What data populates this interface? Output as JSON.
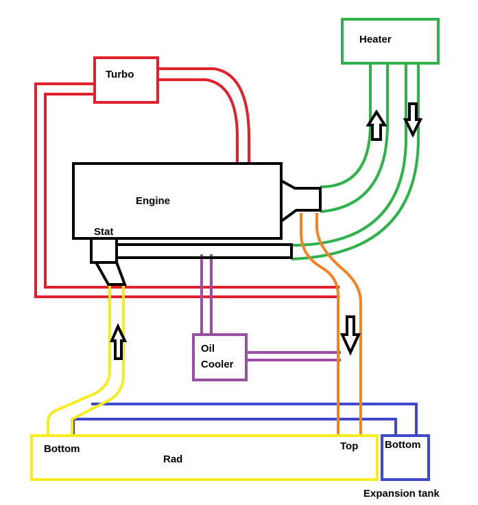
{
  "labels": {
    "heater": "Heater",
    "turbo": "Turbo",
    "engine": "Engine",
    "stat": "Stat",
    "oil_cooler_line1": "Oil",
    "oil_cooler_line2": "Cooler",
    "rad_bottom": "Bottom",
    "rad": "Rad",
    "rad_top": "Top",
    "tank_bottom": "Bottom",
    "expansion_tank": "Expansion tank"
  },
  "colors": {
    "turbo_line": "#e0202a",
    "heater_line": "#2eb24a",
    "top_hose": "#f58220",
    "bottom_hose": "#f7ec1e",
    "oil_line": "#9b4ea6",
    "tank_line": "#3f48cc",
    "outline": "#000000"
  },
  "arrows": {
    "heater_feed": "up",
    "heater_return": "down",
    "top_hose_flow": "down",
    "bottom_hose_flow": "up"
  }
}
